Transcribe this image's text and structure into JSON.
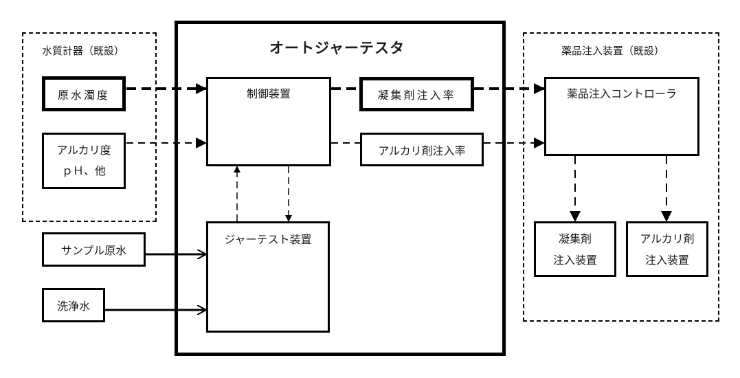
{
  "water_quality_group": {
    "label": "水質計器（既設）",
    "raw_turbidity": "原水濁度",
    "alkalinity_line1": "アルカリ度",
    "alkalinity_line2": "ｐＨ、他"
  },
  "auto_jar_tester": {
    "title": "オートジャーテスタ",
    "controller": "制御装置",
    "coagulant_rate": "凝集剤注入率",
    "alkali_rate": "アルカリ剤注入率",
    "jar_test_device": "ジャーテスト装置"
  },
  "inputs": {
    "sample_raw_water": "サンプル原水",
    "wash_water": "洗浄水"
  },
  "chemical_injection_group": {
    "label": "薬品注入装置（既設）",
    "controller": "薬品注入コントローラ",
    "coagulant_device_line1": "凝集剤",
    "coagulant_device_line2": "注入装置",
    "alkali_device_line1": "アルカリ剤",
    "alkali_device_line2": "注入装置"
  },
  "connections": [
    {
      "from": "原水濁度",
      "to": "制御装置",
      "style": "thick-dashed"
    },
    {
      "from": "アルカリ度 pH、他",
      "to": "制御装置",
      "style": "dashed"
    },
    {
      "from": "制御装置",
      "to": "凝集剤注入率",
      "style": "thick-dashed"
    },
    {
      "from": "凝集剤注入率",
      "to": "薬品注入コントローラ",
      "style": "thick-dashed"
    },
    {
      "from": "制御装置",
      "to": "アルカリ剤注入率",
      "style": "dashed"
    },
    {
      "from": "アルカリ剤注入率",
      "to": "薬品注入コントローラ",
      "style": "dashed"
    },
    {
      "from": "ジャーテスト装置",
      "to": "制御装置",
      "style": "dashed"
    },
    {
      "from": "制御装置",
      "to": "ジャーテスト装置",
      "style": "dashed"
    },
    {
      "from": "サンプル原水",
      "to": "ジャーテスト装置",
      "style": "solid"
    },
    {
      "from": "洗浄水",
      "to": "ジャーテスト装置",
      "style": "solid"
    },
    {
      "from": "薬品注入コントローラ",
      "to": "凝集剤注入装置",
      "style": "dashed"
    },
    {
      "from": "薬品注入コントローラ",
      "to": "アルカリ剤注入装置",
      "style": "dashed"
    }
  ]
}
